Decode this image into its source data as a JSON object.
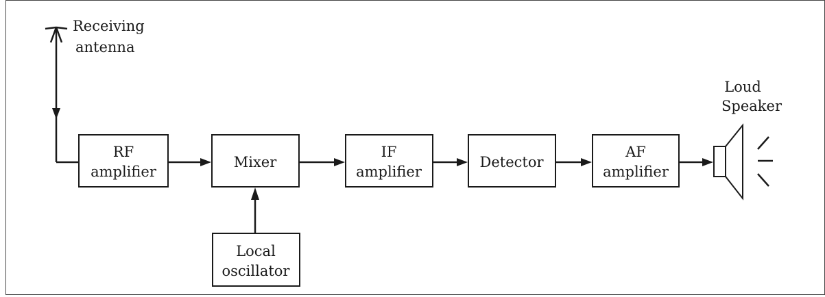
{
  "antenna": {
    "label_line1": "Receiving",
    "label_line2": "antenna"
  },
  "blocks": {
    "rf_amplifier": {
      "line1": "RF",
      "line2": "amplifier"
    },
    "mixer": {
      "line1": "Mixer"
    },
    "if_amplifier": {
      "line1": "IF",
      "line2": "amplifier"
    },
    "detector": {
      "line1": "Detector"
    },
    "af_amplifier": {
      "line1": "AF",
      "line2": "amplifier"
    },
    "local_oscillator": {
      "line1": "Local",
      "line2": "oscillator"
    }
  },
  "speaker": {
    "label_line1": "Loud",
    "label_line2": "Speaker"
  }
}
